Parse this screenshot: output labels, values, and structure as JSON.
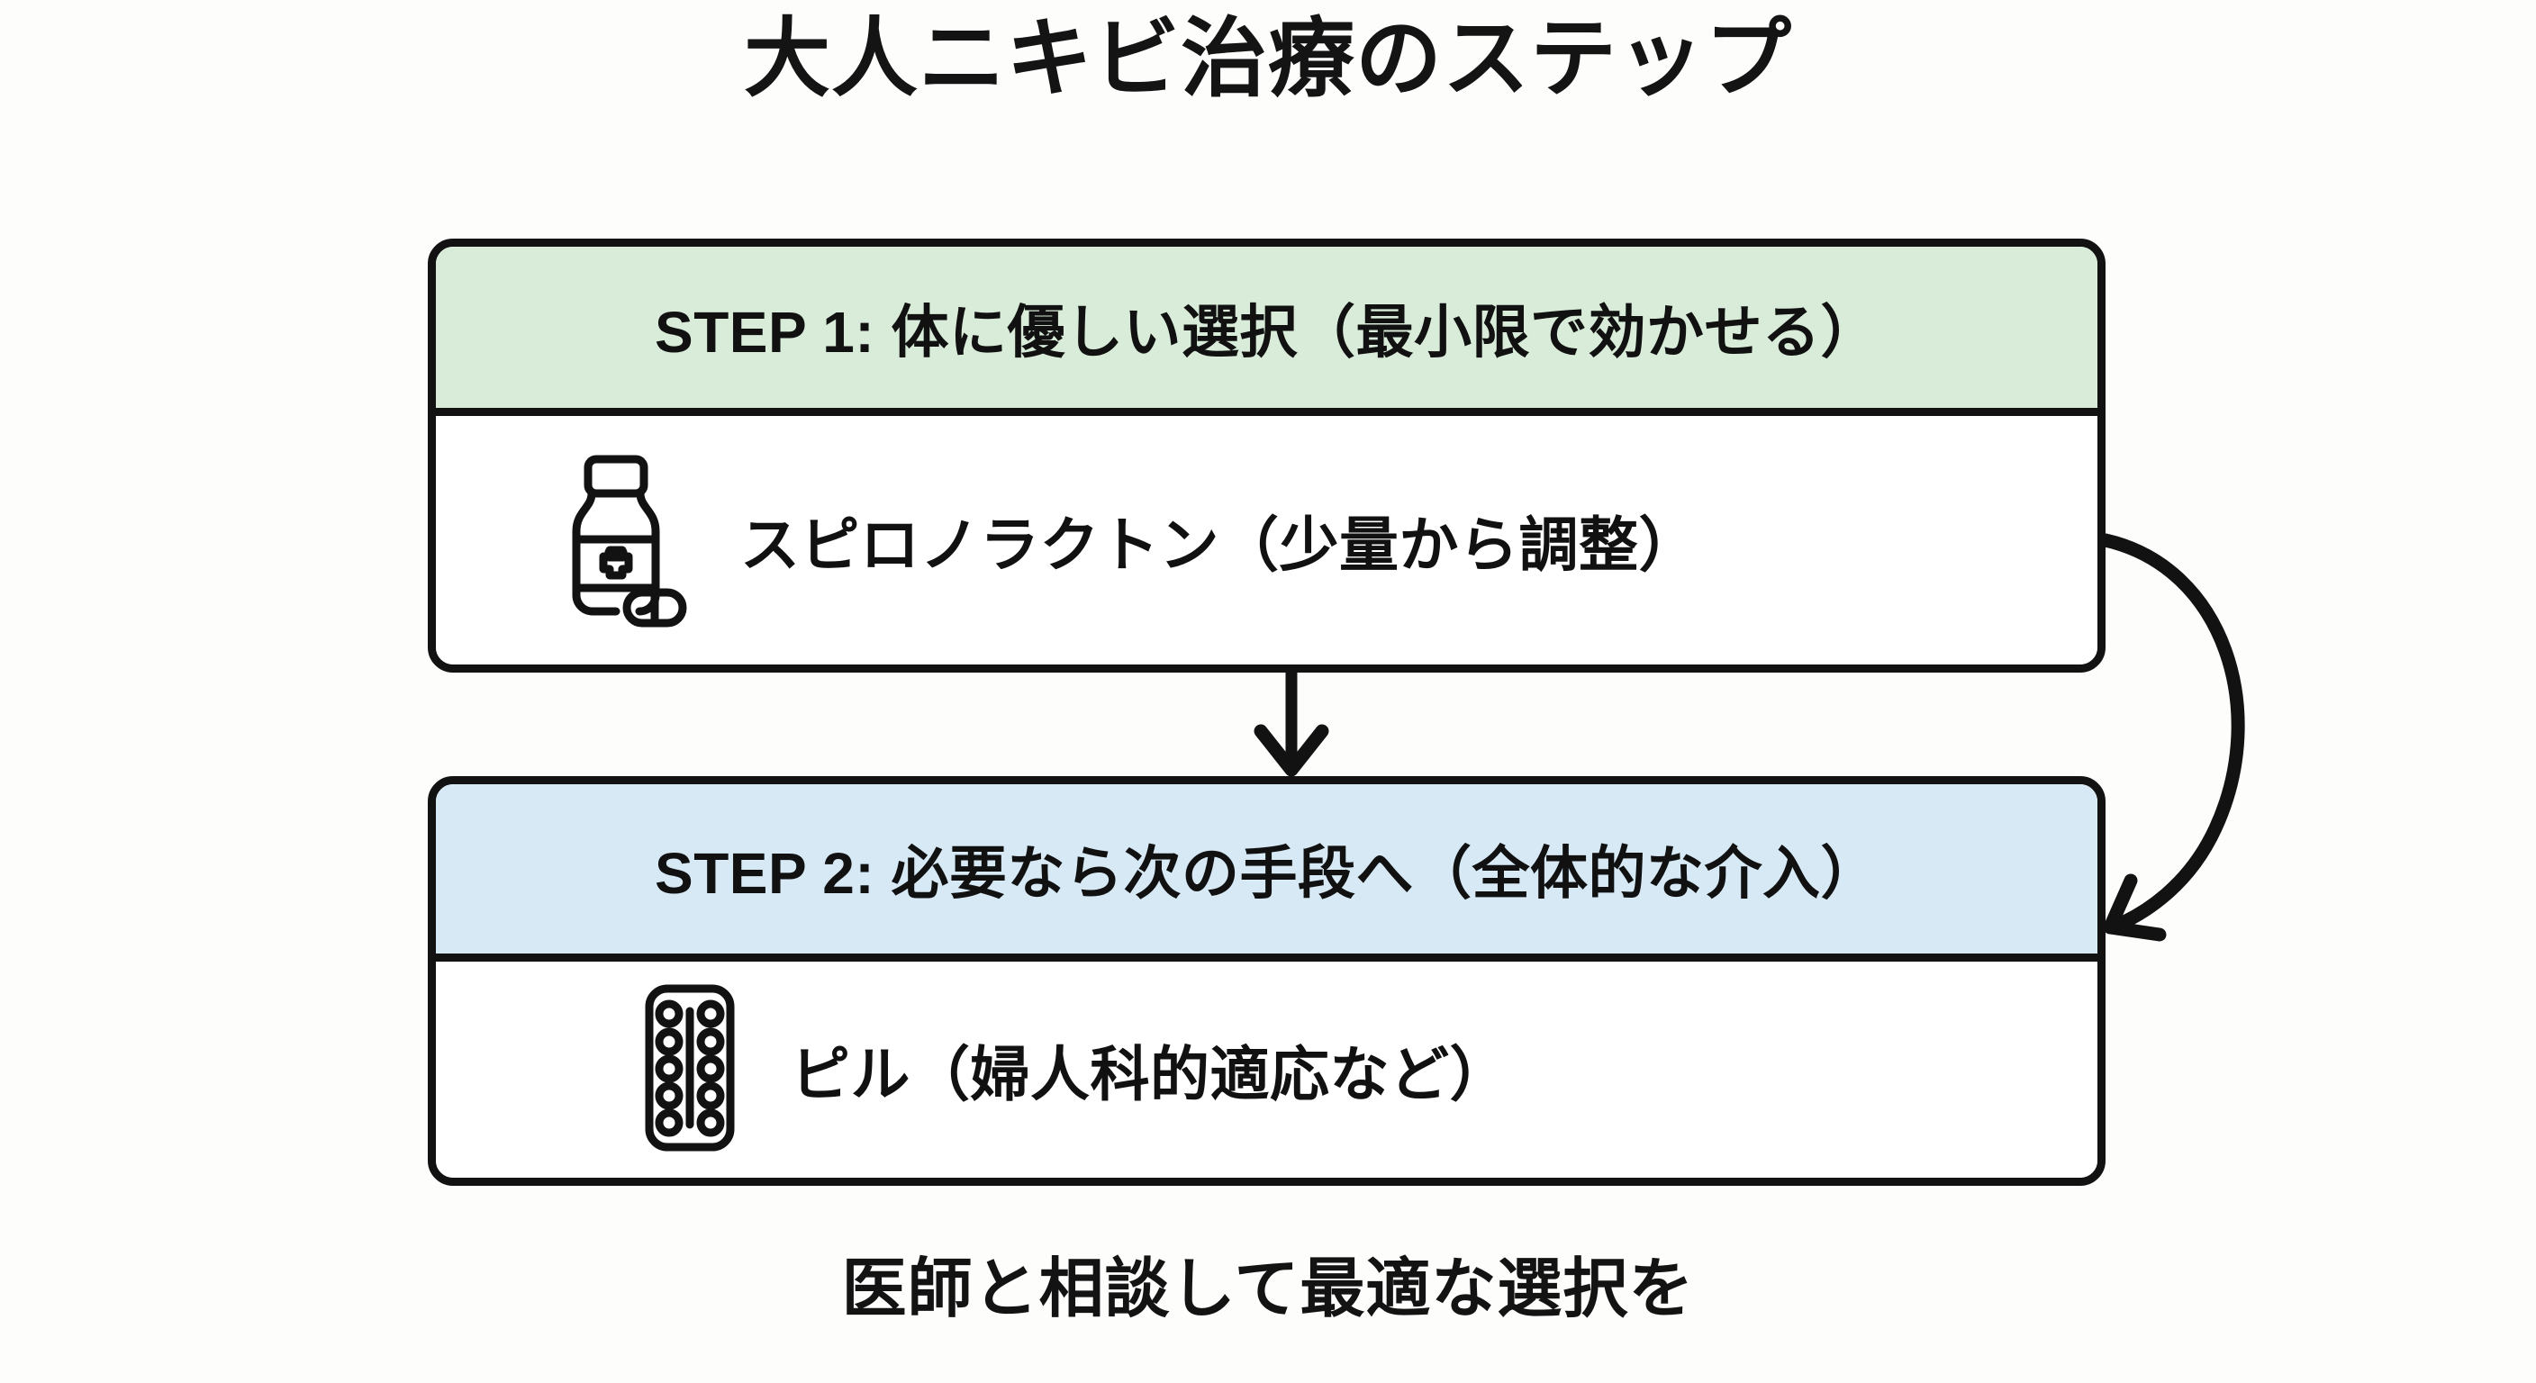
{
  "title": "大人ニキビ治療のステップ",
  "footer_note": "医師と相談して最適な選択を",
  "colors": {
    "background": "#fdfdfb",
    "outline": "#121212",
    "step1_header_bg": "#d8ecd9",
    "step2_header_bg": "#d6e9f5",
    "body_bg": "#ffffff",
    "text": "#111111"
  },
  "steps": [
    {
      "id": "step-1",
      "header": "STEP 1: 体に優しい選択（最小限で効かせる）",
      "body": "スピロノラクトン（少量から調整）",
      "icon": "pill-bottle-icon",
      "header_bg": "#d8ecd9"
    },
    {
      "id": "step-2",
      "header": "STEP 2: 必要なら次の手段へ（全体的な介入）",
      "body": "ピル（婦人科的適応など）",
      "icon": "blister-pack-icon",
      "header_bg": "#d6e9f5"
    }
  ],
  "connectors": [
    {
      "name": "step1-to-step2-arrow",
      "type": "straight-down-arrow",
      "from": "step-1",
      "to": "step-2"
    },
    {
      "name": "step1-to-step2-curved-arrow",
      "type": "curved-right-loop-arrow",
      "from": "step-1",
      "to": "step-2"
    }
  ]
}
